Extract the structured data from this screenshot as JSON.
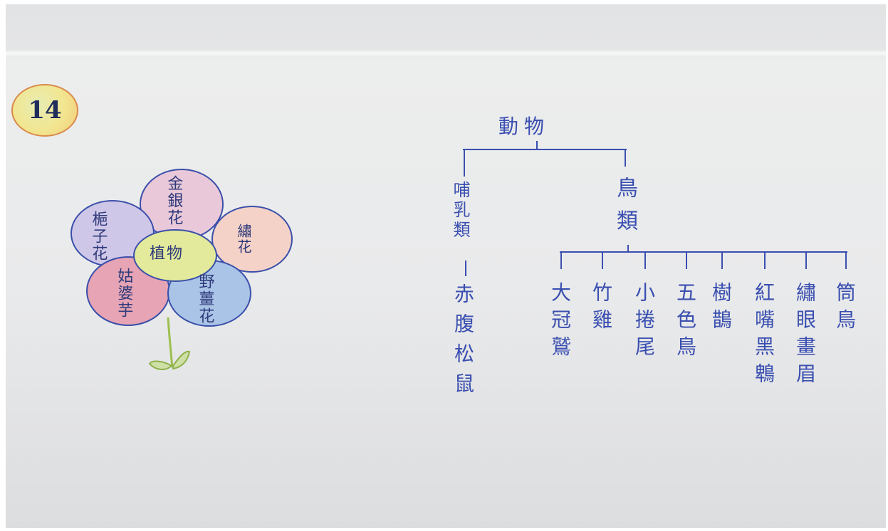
{
  "page_number": "14",
  "flower": {
    "center": "植物",
    "petals": [
      "金銀花",
      "梔子花",
      "繡花",
      "姑婆芋",
      "野薑花"
    ],
    "colors": {
      "top": "#e9c9d9",
      "left": "#cfc7e8",
      "right": "#f4d2c8",
      "bottom_left": "#e6a4b4",
      "bottom_right": "#a9c4e6",
      "center": "#e3ea9b",
      "stem": "#9dbf4f",
      "outline": "#3a4faa"
    }
  },
  "tree": {
    "root": "動物",
    "branches": [
      {
        "label": "哺乳類",
        "children": [
          "赤腹松鼠"
        ]
      },
      {
        "label": "鳥類",
        "children": [
          "大冠鷲",
          "竹雞",
          "小捲尾",
          "五色鳥",
          "樹鵲",
          "紅嘴黑鵯",
          "繡眼畫眉",
          "筒鳥"
        ]
      }
    ],
    "ink_color": "#3a4fb0"
  }
}
